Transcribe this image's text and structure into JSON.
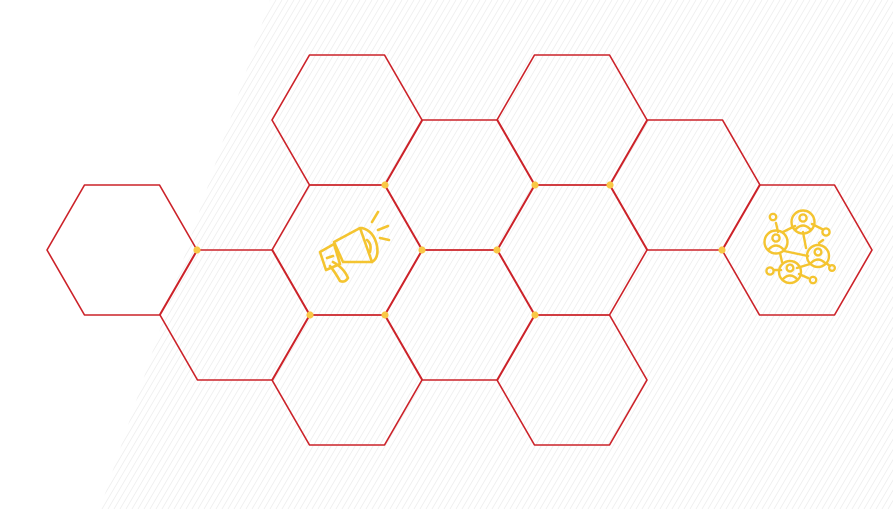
{
  "colors": {
    "background": "#ffffff",
    "hex_stroke": "#cc2229",
    "node_dot": "#f9c846",
    "icon": "#f4c430",
    "hatch": "#eeeeee"
  },
  "cells": [
    {
      "id": "hex-1",
      "icon": "none"
    },
    {
      "id": "hex-2",
      "icon": "none"
    },
    {
      "id": "hex-3",
      "icon": "megaphone-icon"
    },
    {
      "id": "hex-4",
      "icon": "none"
    },
    {
      "id": "hex-5",
      "icon": "none"
    },
    {
      "id": "hex-6",
      "icon": "none"
    },
    {
      "id": "hex-7",
      "icon": "none"
    },
    {
      "id": "hex-8",
      "icon": "none"
    },
    {
      "id": "hex-9",
      "icon": "none"
    },
    {
      "id": "hex-10",
      "icon": "none"
    },
    {
      "id": "hex-11",
      "icon": "none"
    },
    {
      "id": "hex-12",
      "icon": "network-people-icon"
    }
  ]
}
